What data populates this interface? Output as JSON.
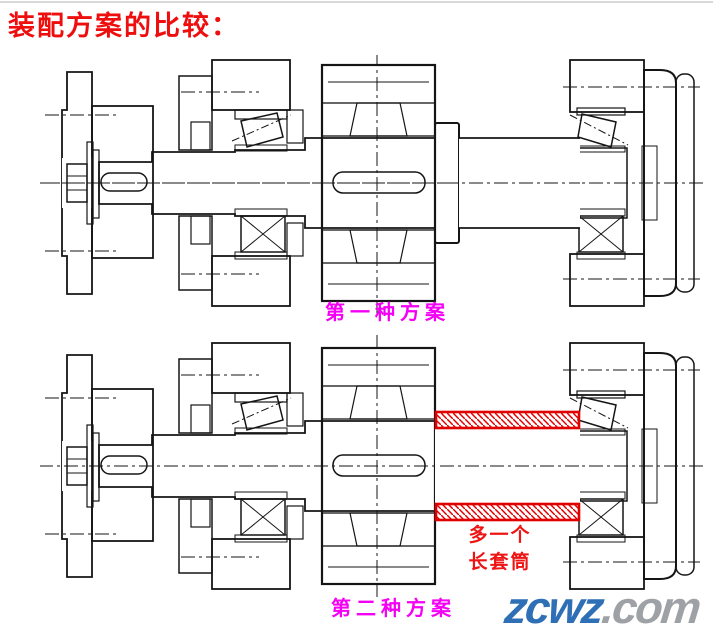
{
  "page": {
    "title": "装配方案的比较："
  },
  "schemes": [
    {
      "label": "第一种方案"
    },
    {
      "label": "第二种方案",
      "annotation_line1": "多一个",
      "annotation_line2": "长套筒"
    }
  ],
  "watermark": {
    "main": "zcwz",
    "suffix": ".com"
  },
  "colors": {
    "title_red": "#ee0e0e",
    "scheme_label_magenta": "#f400f4",
    "annotation_red": "#ee1414",
    "sleeve_highlight_red": "#e00000",
    "watermark_blue": "#2e6fb5",
    "watermark_gray": "#9ea2a6",
    "drawing_line_black": "#151515"
  }
}
